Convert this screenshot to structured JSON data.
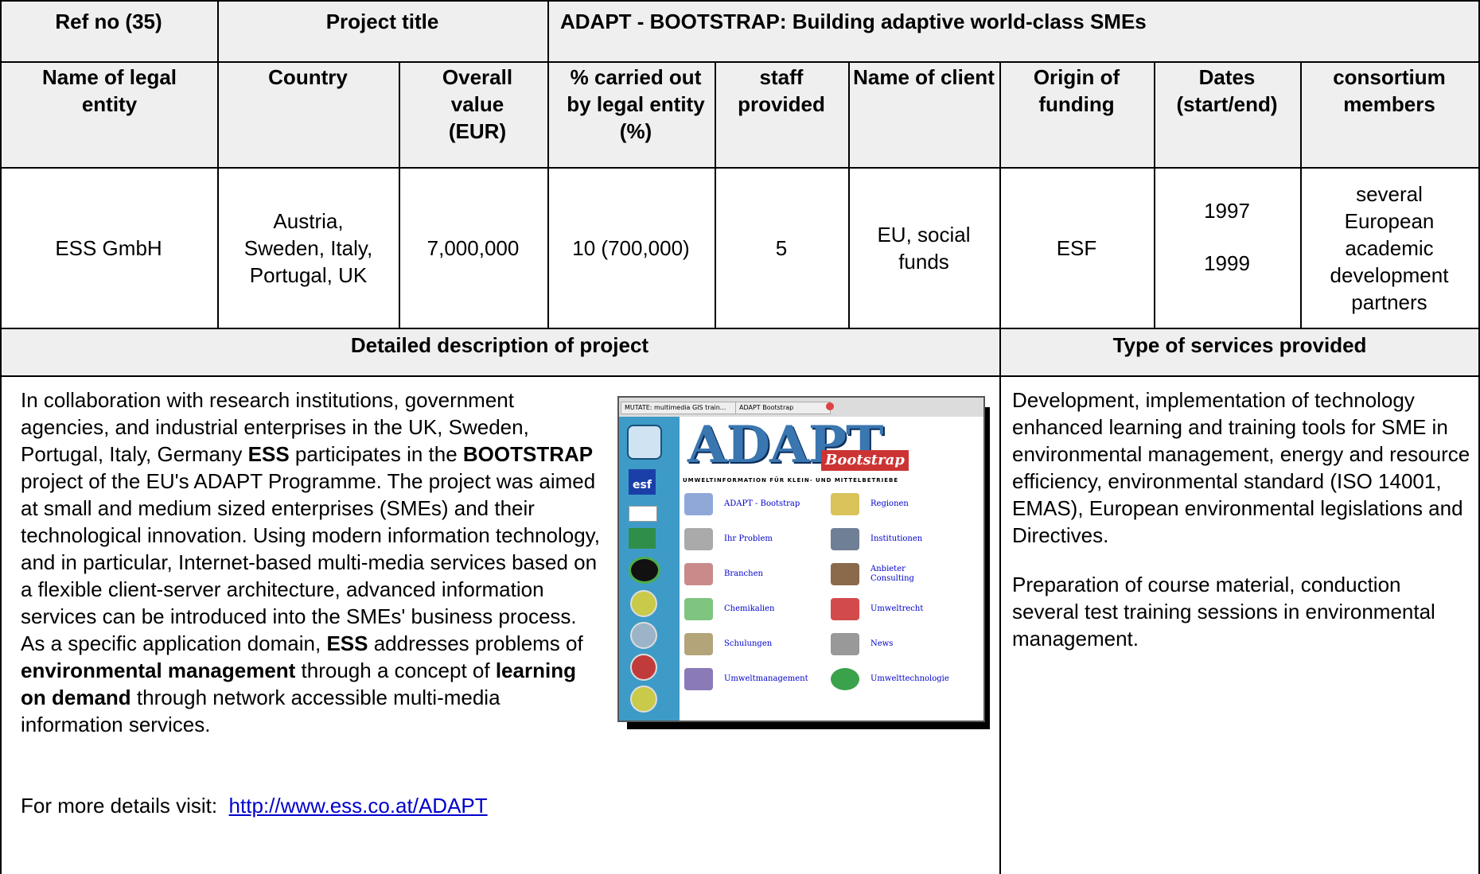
{
  "header": {
    "ref_no": "Ref no (35)",
    "project_title_label": "Project title",
    "project_title": "ADAPT - BOOTSTRAP: Building adaptive world-class SMEs"
  },
  "columns": {
    "name_of_legal_entity": "Name of legal entity",
    "country": "Country",
    "overall_value": "Overall value (EUR)",
    "percent_carried": "% carried out by legal entity (%)",
    "staff_provided": "staff provided",
    "name_of_client": "Name of client",
    "origin_of_funding": "Origin of funding",
    "dates": "Dates (start/end)",
    "consortium_members": "consortium members"
  },
  "row": {
    "legal_entity": "ESS GmbH",
    "country": "Austria, Sweden, Italy, Portugal, UK",
    "overall_value": "7,000,000",
    "percent_carried": "10 (700,000)",
    "staff_provided": "5",
    "client": "EU, social funds",
    "funding": "ESF",
    "date_start": "1997",
    "date_end": "1999",
    "consortium": "several European academic development partners"
  },
  "sections": {
    "description_heading": "Detailed description of project",
    "services_heading": "Type of services provided"
  },
  "description": {
    "p1_a": "In collaboration with research institutions, government agencies, and industrial enterprises in the UK, Sweden, Portugal, Italy, Germany ",
    "p1_b": "ESS",
    "p1_c": " participates in the ",
    "p1_d": "BOOTSTRAP",
    "p1_e": " project of the EU's ADAPT Programme. The project was aimed at small and medium sized enterprises (SMEs) and their technological innovation. Using modern information technology, and in particular, Internet-based multi-media services based on a flexible client-server architecture, advanced information services can be introduced into the SMEs' business process. As a specific application domain, ",
    "p1_f": "ESS",
    "p1_g": " addresses problems of ",
    "p1_h": "environmental management",
    "p1_i": " through a concept of ",
    "p1_j": "learning on demand",
    "p1_k": " through network accessible multi-media information services.",
    "more_label": "For more details visit:",
    "more_link": "http://www.ess.co.at/ADAPT"
  },
  "services": {
    "p1": "Development, implementation of technology enhanced learning and training tools for SME in environmental management, energy and resource efficiency, environmental standard (ISO 14001, EMAS), European environmental legislations and Directives.",
    "p2": "Preparation of course material, conduction several test training sessions in environmental management."
  },
  "screenshot": {
    "tab1": "MUTATE: multimedia GIS train...",
    "tab2": "ADAPT Bootstrap",
    "banner_title": "ADAPT",
    "banner_bootstrap": "Bootstrap",
    "banner_subtitle": "UMWELTINFORMATION FÜR KLEIN- UND MITTELBETRIEBE",
    "items": [
      "ADAPT - Bootstrap",
      "Regionen",
      "Ihr Problem",
      "Institutionen",
      "Branchen",
      "Anbieter Consulting",
      "Chemikalien",
      "Umweltrecht",
      "Schulungen",
      "News",
      "Umweltmanagement",
      "Umwelttechnologie"
    ]
  }
}
